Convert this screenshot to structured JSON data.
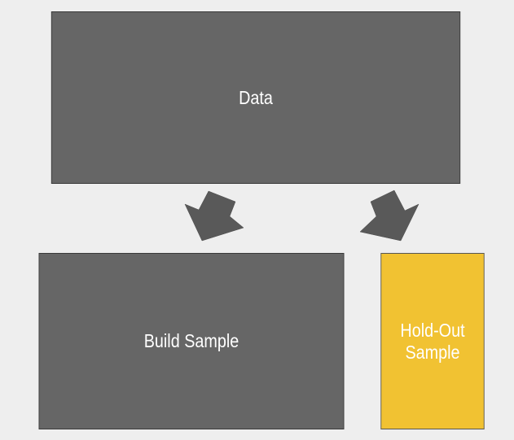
{
  "diagram": {
    "data_box": {
      "label": "Data",
      "color": "#666666"
    },
    "build_box": {
      "label": "Build Sample",
      "color": "#666666"
    },
    "holdout_box": {
      "label": "Hold-Out\nSample",
      "color": "#f1c232"
    },
    "arrow_color": "#595959",
    "arrow_icon": "arrow-down-icon"
  }
}
